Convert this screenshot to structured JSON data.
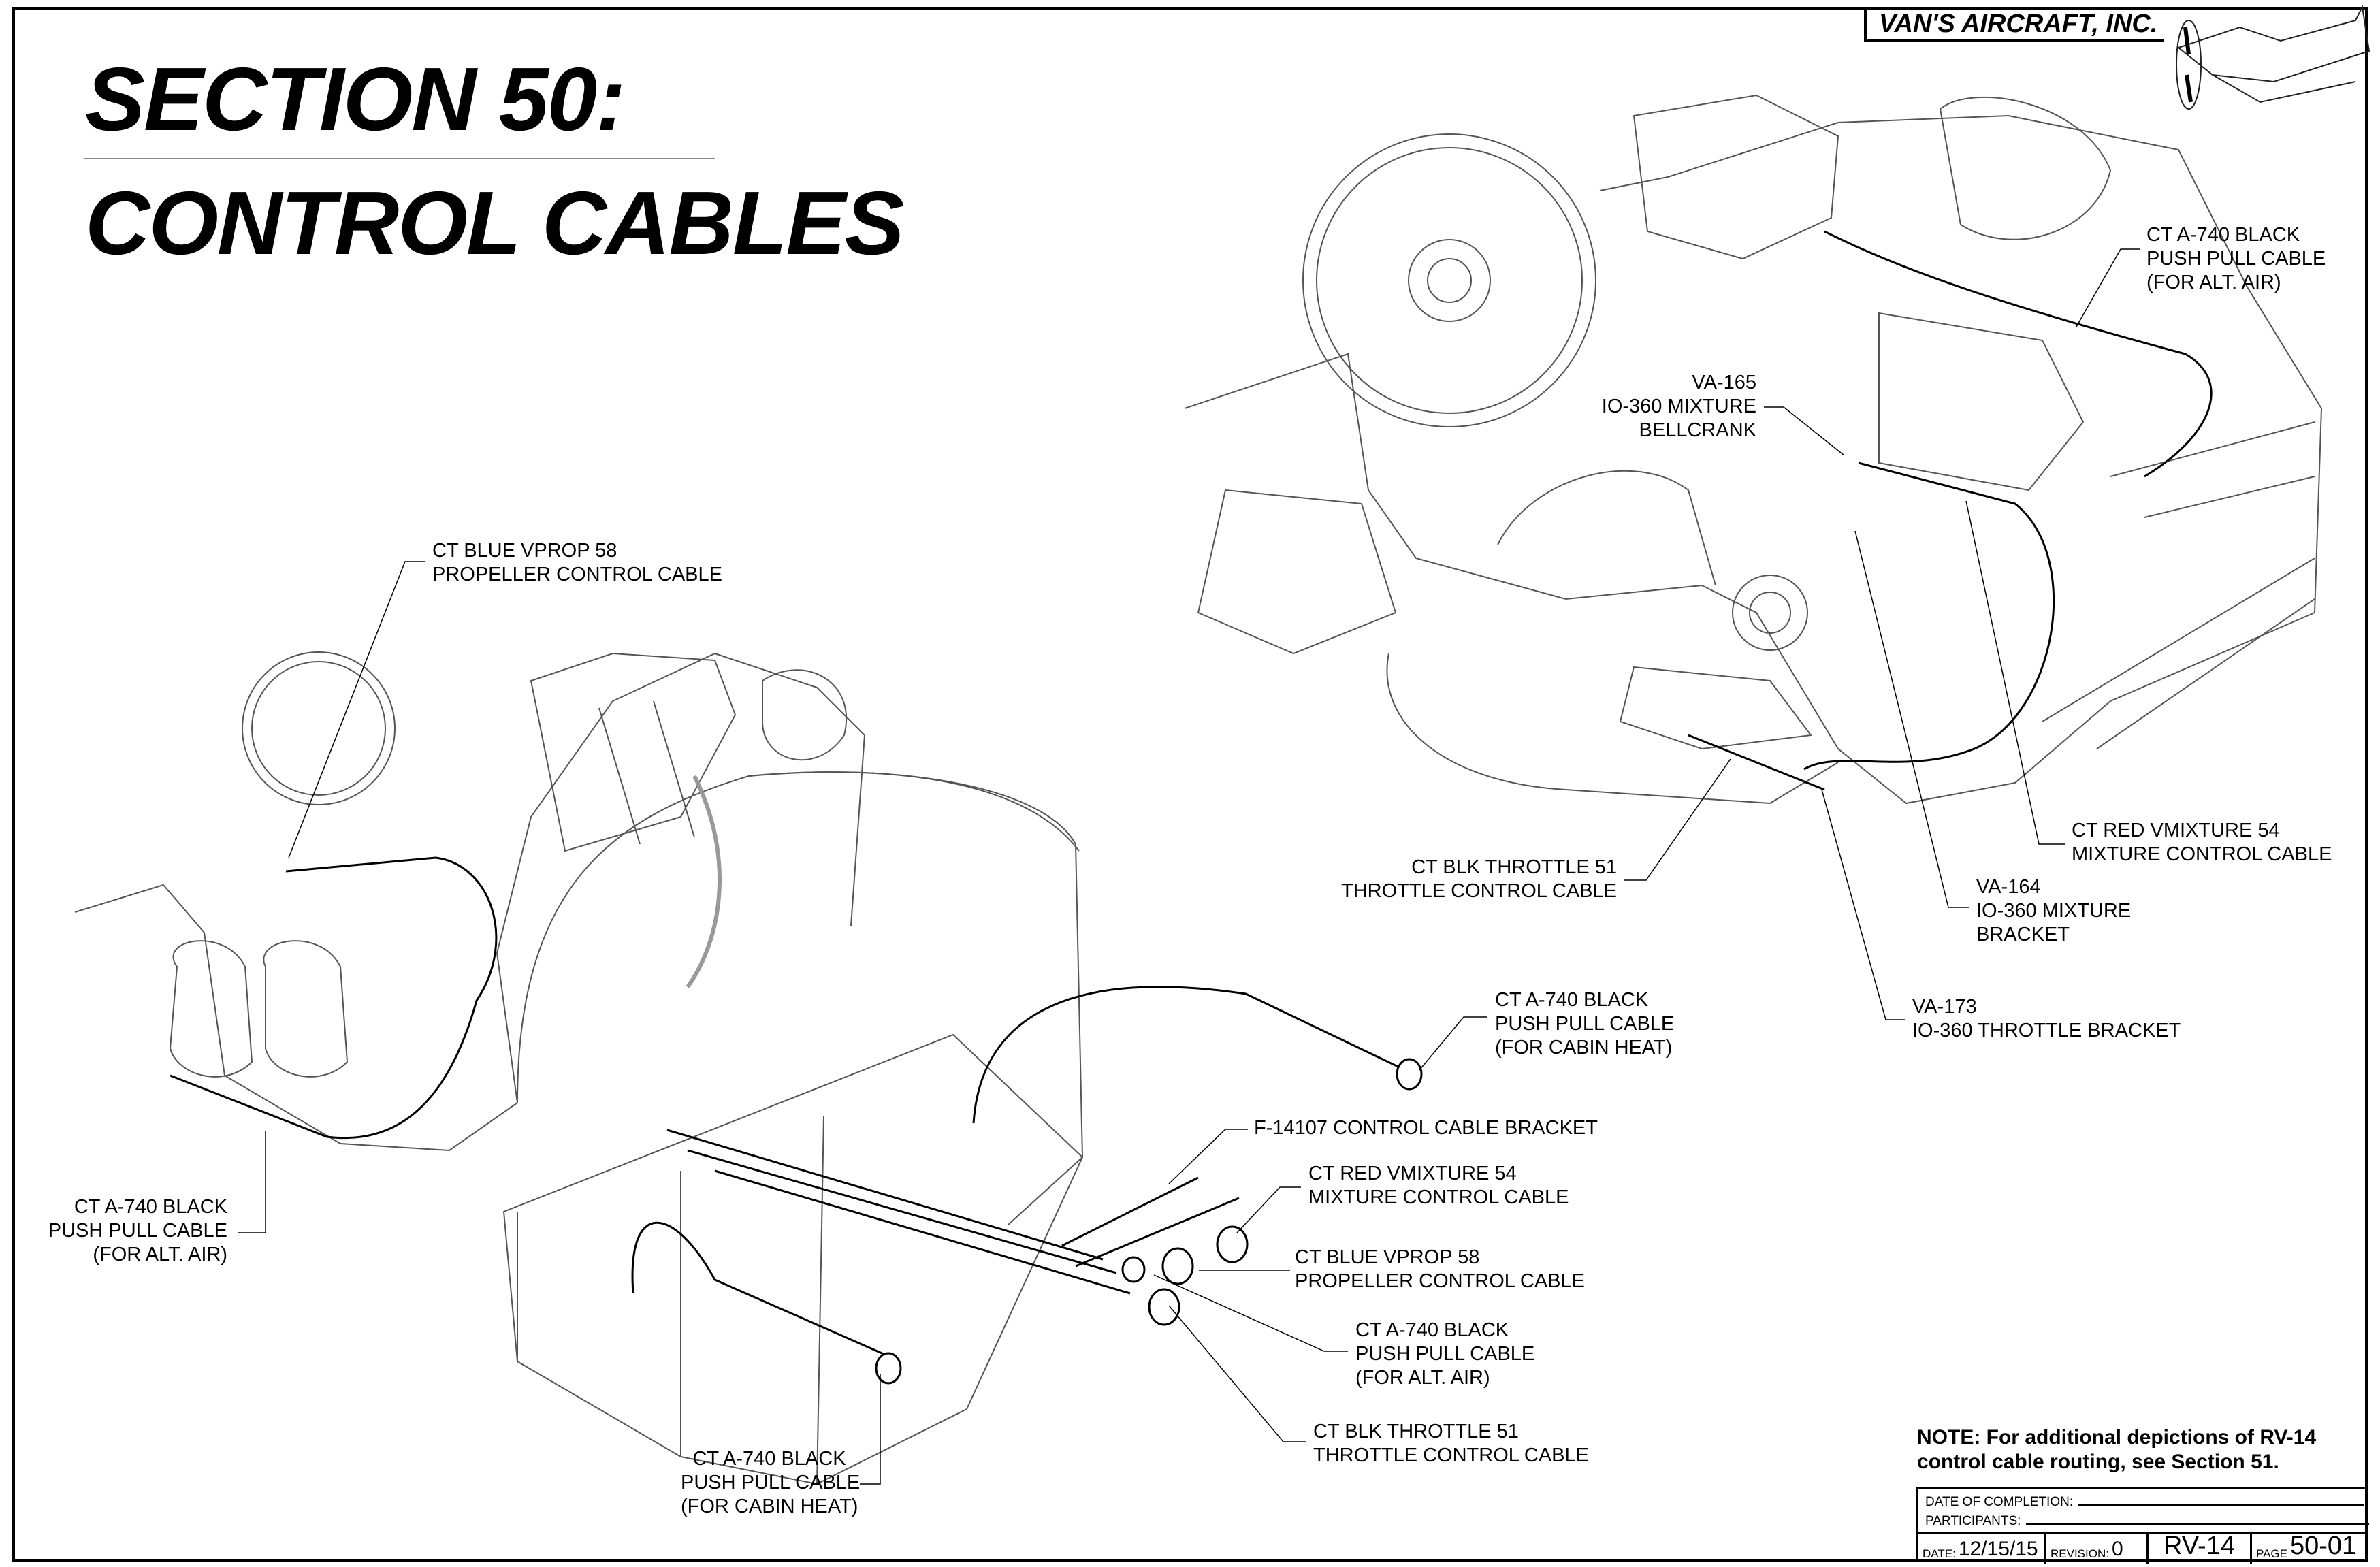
{
  "header": {
    "title_line1": "SECTION 50:",
    "title_line2": "CONTROL CABLES",
    "company": "VAN'S AIRCRAFT, INC."
  },
  "callouts": {
    "left_prop": [
      "CT BLUE VPROP 58",
      "PROPELLER CONTROL CABLE"
    ],
    "top_right_alt_air": [
      "CT A-740 BLACK",
      "PUSH PULL CABLE",
      "(FOR ALT. AIR)"
    ],
    "va165": [
      "VA-165",
      "IO-360 MIXTURE",
      "BELLCRANK"
    ],
    "right_mixture": [
      "CT RED VMIXTURE 54",
      "MIXTURE CONTROL CABLE"
    ],
    "va164": [
      "VA-164",
      "IO-360 MIXTURE",
      "BRACKET"
    ],
    "va173": [
      "VA-173",
      "IO-360 THROTTLE BRACKET"
    ],
    "right_throttle": [
      "CT BLK THROTTLE 51",
      "THROTTLE CONTROL CABLE"
    ],
    "mid_cabin_heat": [
      "CT A-740 BLACK",
      "PUSH PULL CABLE",
      "(FOR CABIN HEAT)"
    ],
    "bracket": [
      "F-14107 CONTROL CABLE BRACKET"
    ],
    "mid_mixture": [
      "CT RED VMIXTURE 54",
      "MIXTURE CONTROL CABLE"
    ],
    "mid_prop": [
      "CT BLUE VPROP 58",
      "PROPELLER CONTROL CABLE"
    ],
    "mid_alt_air": [
      "CT A-740 BLACK",
      "PUSH PULL CABLE",
      "(FOR ALT. AIR)"
    ],
    "mid_throttle": [
      "CT BLK THROTTLE 51",
      "THROTTLE CONTROL CABLE"
    ],
    "left_alt_air": [
      "CT A-740 BLACK",
      "PUSH PULL CABLE",
      "(FOR ALT. AIR)"
    ],
    "left_cabin_heat": [
      "CT A-740 BLACK",
      "PUSH PULL CABLE",
      "(FOR CABIN HEAT)"
    ]
  },
  "note": [
    "NOTE: For additional depictions of RV-14",
    "control cable routing, see Section 51."
  ],
  "title_block": {
    "date_of_completion_label": "DATE OF COMPLETION:",
    "participants_label": "PARTICIPANTS:",
    "date_label": "DATE:",
    "date_value": "12/15/15",
    "revision_label": "REVISION:",
    "revision_value": "0",
    "model": "RV-14",
    "page_label": "PAGE",
    "page_value": "50-01"
  }
}
